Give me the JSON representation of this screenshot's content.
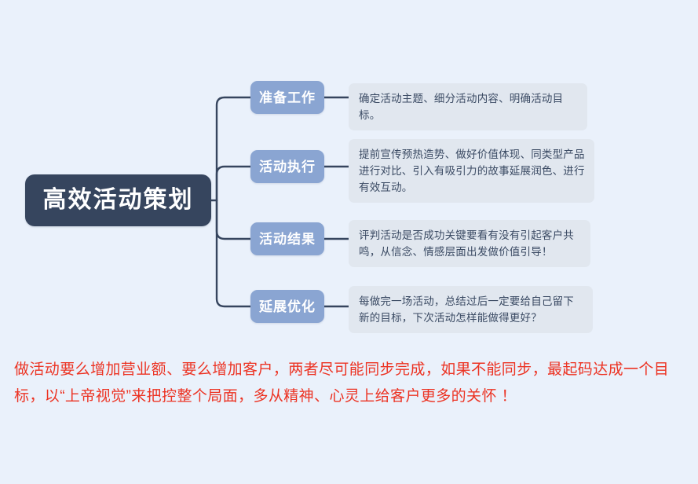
{
  "diagram": {
    "type": "mind-map",
    "background_color": "#eaf1fb",
    "root": {
      "label": "高效活动策划",
      "fill_color": "#36455e",
      "text_color": "#ffffff"
    },
    "branch_style": {
      "fill_color": "#8aa5d2",
      "text_color": "#ffffff"
    },
    "detail_style": {
      "fill_color": "#e1e7ef",
      "text_color": "#3a4a63"
    },
    "connector_color": "#36455e",
    "branches": [
      {
        "label": "准备工作",
        "detail": "确定活动主题、细分活动内容、明确活动目标。"
      },
      {
        "label": "活动执行",
        "detail": "提前宣传预热造势、做好价值体现、同类型产品进行对比、引入有吸引力的故事延展润色、进行有效互动。"
      },
      {
        "label": "活动结果",
        "detail": "评判活动是否成功关键要看有没有引起客户共鸣，从信念、情感层面出发做价值引导！"
      },
      {
        "label": "延展优化",
        "detail": "每做完一场活动，总结过后一定要给自己留下新的目标，下次活动怎样能做得更好？"
      }
    ]
  },
  "footer": {
    "note": "做活动要么增加营业额、要么增加客户，两者尽可能同步完成，如果不能同步，最起码达成一个目标，以“上帝视觉”来把控整个局面，多从精神、心灵上给客户更多的关怀 ！",
    "color": "#ec3323"
  }
}
